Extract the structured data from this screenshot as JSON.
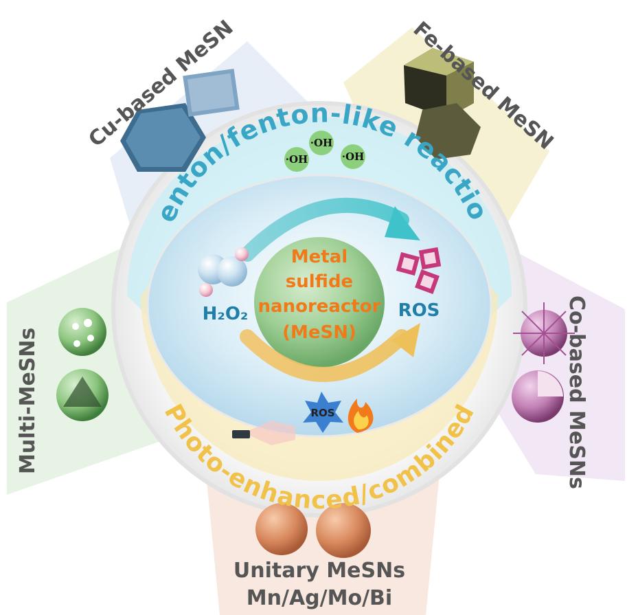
{
  "petals": {
    "cu": "Cu-based MeSNs",
    "fe": "Fe-based MeSNs",
    "co": "Co-based MeSNs",
    "unitary_line1": "Unitary MeSNs",
    "unitary_line2": "Mn/Ag/Mo/Bi",
    "multi": "Multi-MeSNs"
  },
  "ring": {
    "top_arc": "Fenton/fenton-like reaction",
    "bottom_arc": "Photo-enhanced/combined"
  },
  "center": {
    "line1": "Metal",
    "line2": "sulfide",
    "line3": "nanoreactor",
    "line4": "(MeSN)"
  },
  "species": {
    "oh1": "·OH",
    "oh2": "·OH",
    "oh3": "·OH",
    "h2o2": "H₂O₂",
    "ros": "ROS",
    "ros_star": "ROS"
  },
  "colors": {
    "blue_arc": "#3aa6c6",
    "yellow_arc": "#f1c24a",
    "center_text": "#f07a1a",
    "petal_text": "#555555"
  }
}
